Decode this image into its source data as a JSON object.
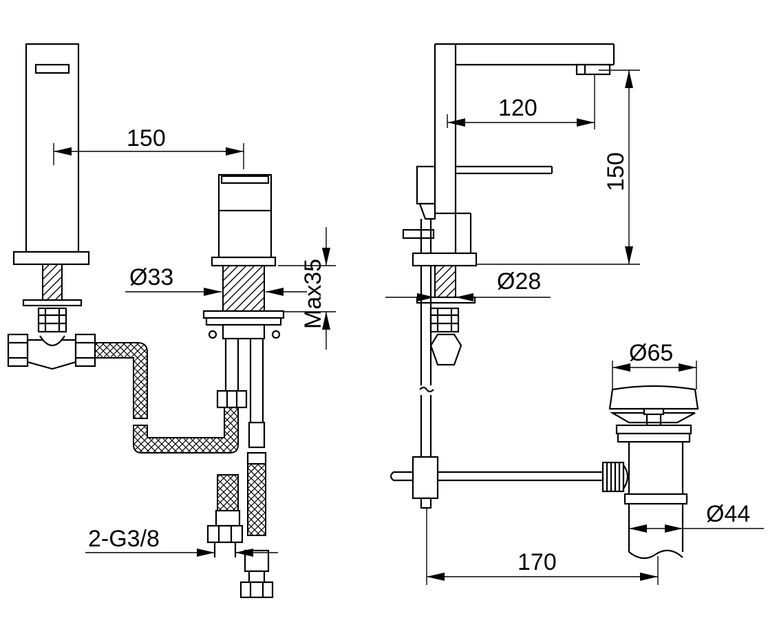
{
  "dimensions": {
    "spout_height_left": "150",
    "base_diameter_left": "Ø33",
    "max_deck_thickness": "Max35",
    "connection_thread": "2-G3/8",
    "spout_reach": "120",
    "spout_height_right": "150",
    "base_diameter_right": "Ø28",
    "waste_top_diameter": "Ø65",
    "waste_body_diameter": "Ø44",
    "waste_rod_length": "170"
  }
}
